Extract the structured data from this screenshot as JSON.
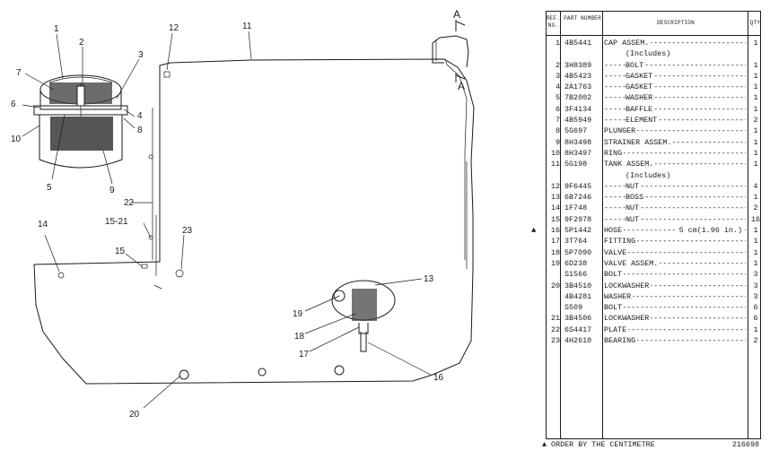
{
  "drawing": {
    "callouts": [
      "1",
      "2",
      "3",
      "4",
      "5",
      "6",
      "7",
      "8",
      "9",
      "10",
      "11",
      "12",
      "13",
      "14",
      "15-21",
      "15",
      "16",
      "17",
      "18",
      "19",
      "20",
      "22",
      "23"
    ],
    "section_marks": [
      "A",
      "A"
    ]
  },
  "parts_table": {
    "headers": {
      "ref": "REF. NO.",
      "part": "PART NUMBER",
      "desc": "DESCRIPTION",
      "qty": "QTY"
    },
    "rows": [
      {
        "ref": "1",
        "part": "4B5441",
        "desc": "CAP ASSEM.",
        "qty": "1",
        "indent": 0
      },
      {
        "ref": "",
        "part": "",
        "desc": "(Includes)",
        "qty": "",
        "indent": 2,
        "noleader": true
      },
      {
        "ref": "2",
        "part": "3H8389",
        "desc": "BOLT",
        "qty": "1",
        "indent": 2
      },
      {
        "ref": "3",
        "part": "4B5423",
        "desc": "GASKET",
        "qty": "1",
        "indent": 2
      },
      {
        "ref": "4",
        "part": "2A1763",
        "desc": "GASKET",
        "qty": "1",
        "indent": 2
      },
      {
        "ref": "5",
        "part": "7B2002",
        "desc": "WASHER",
        "qty": "1",
        "indent": 2
      },
      {
        "ref": "6",
        "part": "3F4134",
        "desc": "BAFFLE",
        "qty": "1",
        "indent": 2
      },
      {
        "ref": "7",
        "part": "4B5949",
        "desc": "ELEMENT",
        "qty": "2",
        "indent": 2
      },
      {
        "ref": "8",
        "part": "5G697",
        "desc": "PLUNGER",
        "qty": "1",
        "indent": 0
      },
      {
        "ref": "9",
        "part": "8H3498",
        "desc": "STRAINER ASSEM.",
        "qty": "1",
        "indent": 0
      },
      {
        "ref": "10",
        "part": "8H3497",
        "desc": "RING",
        "qty": "1",
        "indent": 0
      },
      {
        "ref": "11",
        "part": "5G198",
        "desc": "TANK ASSEM.",
        "qty": "1",
        "indent": 0
      },
      {
        "ref": "",
        "part": "",
        "desc": "(Includes)",
        "qty": "",
        "indent": 2,
        "noleader": true
      },
      {
        "ref": "12",
        "part": "9F6445",
        "desc": "NUT",
        "qty": "4",
        "indent": 2
      },
      {
        "ref": "13",
        "part": "6B7246",
        "desc": "BOSS",
        "qty": "1",
        "indent": 2
      },
      {
        "ref": "14",
        "part": "1F748",
        "desc": "NUT",
        "qty": "2",
        "indent": 2
      },
      {
        "ref": "15",
        "part": "9F2978",
        "desc": "NUT",
        "qty": "16",
        "indent": 2
      },
      {
        "ref": "16",
        "part": "5P1442",
        "desc": "HOSE",
        "qty": "1",
        "indent": 0,
        "marked": true,
        "trail": "5 cm(1.96 in.)"
      },
      {
        "ref": "17",
        "part": "3T764",
        "desc": "FITTING",
        "qty": "1",
        "indent": 0
      },
      {
        "ref": "18",
        "part": "5P7090",
        "desc": "VALVE",
        "qty": "1",
        "indent": 0
      },
      {
        "ref": "19",
        "part": "6D238",
        "desc": "VALVE ASSEM.",
        "qty": "1",
        "indent": 0
      },
      {
        "ref": "",
        "part": "S1566",
        "desc": "BOLT",
        "qty": "3",
        "indent": 0
      },
      {
        "ref": "20",
        "part": "3B4510",
        "desc": "LOCKWASHER",
        "qty": "3",
        "indent": 0
      },
      {
        "ref": "",
        "part": "4B4281",
        "desc": "WASHER",
        "qty": "3",
        "indent": 0
      },
      {
        "ref": "",
        "part": "S509",
        "desc": "BOLT",
        "qty": "6",
        "indent": 0
      },
      {
        "ref": "21",
        "part": "3B4506",
        "desc": "LOCKWASHER",
        "qty": "6",
        "indent": 0
      },
      {
        "ref": "22",
        "part": "6S4417",
        "desc": "PLATE",
        "qty": "1",
        "indent": 0
      },
      {
        "ref": "23",
        "part": "4H2610",
        "desc": "BEARING",
        "qty": "2",
        "indent": 0
      }
    ],
    "marker_symbol": "▲"
  },
  "footer": {
    "note": "▲ ORDER BY THE CENTIMETRE",
    "code": "216698"
  }
}
